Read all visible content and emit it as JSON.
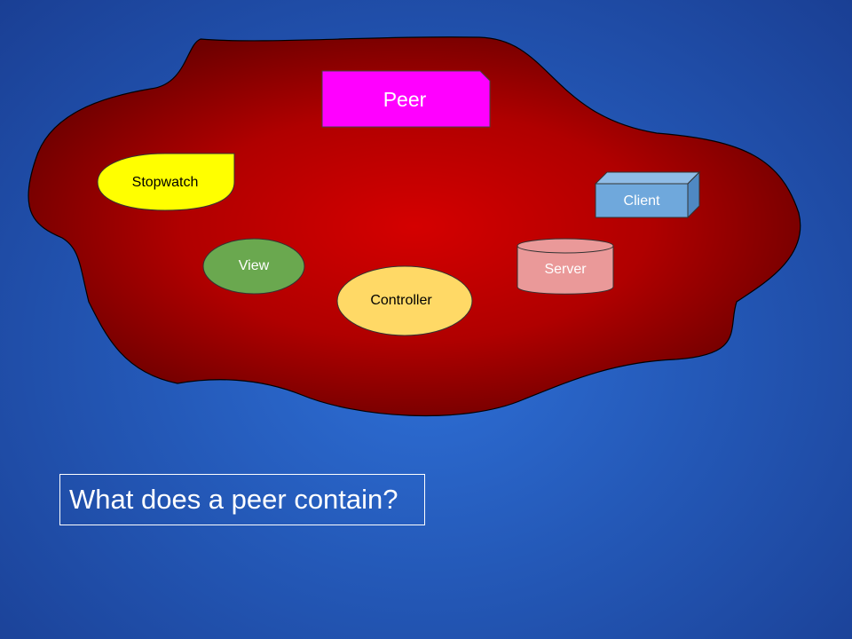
{
  "diagram": {
    "nodes": {
      "peer": {
        "label": "Peer",
        "color": "#ff00ff"
      },
      "stopwatch": {
        "label": "Stopwatch",
        "color": "#ffff00"
      },
      "view": {
        "label": "View",
        "color": "#6aa84f"
      },
      "controller": {
        "label": "Controller",
        "color": "#ffd966"
      },
      "server": {
        "label": "Server",
        "color": "#ea9999"
      },
      "client": {
        "label": "Client",
        "color": "#6fa8dc"
      }
    },
    "container_color": "#cc0000"
  },
  "question": {
    "text": "What does a peer contain?"
  }
}
